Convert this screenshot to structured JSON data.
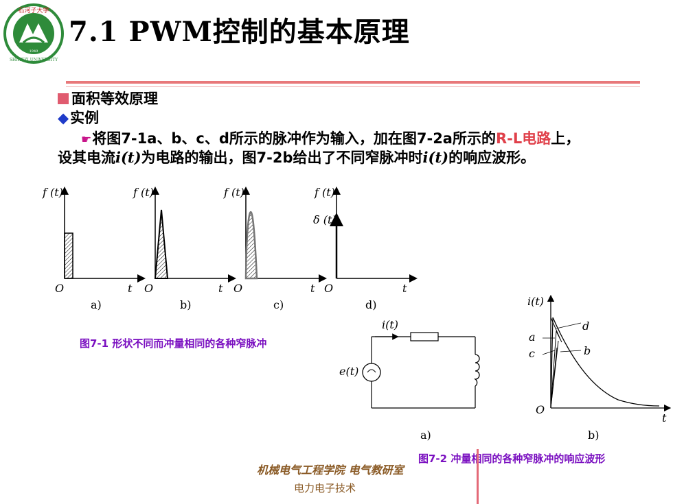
{
  "header": {
    "title_number": "7.1 PWM",
    "title_cn": "控制的基本原理",
    "logo": {
      "icon": "university-seal-logo",
      "text_arc": "石河子大学",
      "text_bottom": "SHIHEZI UNIVERSITY",
      "year": "1949"
    }
  },
  "content": {
    "bullet1": "面积等效原理",
    "bullet2": "实例",
    "para_line1": {
      "icon": "pointing-hand-icon",
      "part1": "将图7-1a、b、c、d所示的脉冲作为输入，加在图7-2a所示的",
      "highlight": "R-L电路",
      "part2": "上，"
    },
    "para_line2": {
      "part1": "设其电流",
      "it1": "i(t)",
      "part2": "为电路的输出，图7-2b给出了不同窄脉冲时",
      "it2": "i(t)",
      "part3": "的响应波形。"
    }
  },
  "fig1": {
    "caption": "图7-1  形状不同而冲量相同的各种窄脉冲",
    "ylabel": "f (t)",
    "delta_label": "δ (t)",
    "origin": "O",
    "xlabel": "t",
    "panels": [
      {
        "label": "a)",
        "shape": "rectangle"
      },
      {
        "label": "b)",
        "shape": "triangle"
      },
      {
        "label": "c)",
        "shape": "half-sine"
      },
      {
        "label": "d)",
        "shape": "impulse"
      }
    ]
  },
  "fig2": {
    "caption": "图7-2  冲量相同的各种窄脉冲的响应波形",
    "circuit_label": "a)",
    "response_label": "b)",
    "current_label": "i(t)",
    "source_label": "e(t)",
    "resp_ylabel": "i(t)",
    "resp_origin": "O",
    "resp_xlabel": "t",
    "curve_labels": [
      "a",
      "b",
      "c",
      "d"
    ]
  },
  "footer": {
    "school": "机械电气工程学院 电气教研室",
    "course": "电力电子技术"
  },
  "colors": {
    "accent_rule": "#e8787a",
    "bullet_square": "#e05b6f",
    "bullet_diamond": "#1f3bc9",
    "highlight": "#e0404a",
    "caption": "#7a0fc0",
    "footer": "#8a5a25"
  }
}
